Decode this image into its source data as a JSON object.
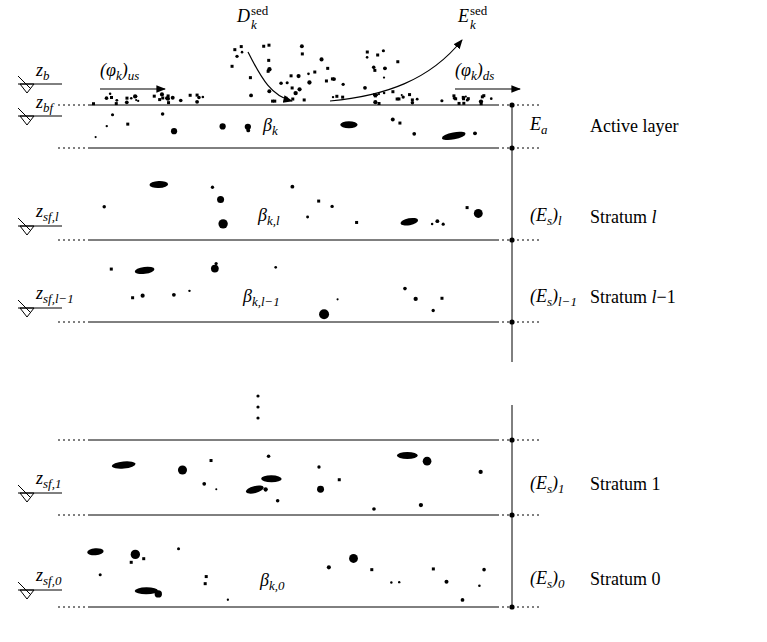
{
  "diagram": {
    "labels": [
      "Dksed",
      "Eksed",
      "(φk)us",
      "(φk)ds",
      "zb",
      "zbf",
      "βk",
      "Ea",
      "Active layer",
      "zsf,l",
      "βk,l",
      "(Es)l",
      "Stratum l",
      "zsf,l−1",
      "βk,l−1",
      "(Es)l−1",
      "Stratum l−1",
      "zsf,1",
      "(Es)1",
      "Stratum 1",
      "zsf,0",
      "βk,0",
      "(Es)0",
      "Stratum 0"
    ]
  }
}
